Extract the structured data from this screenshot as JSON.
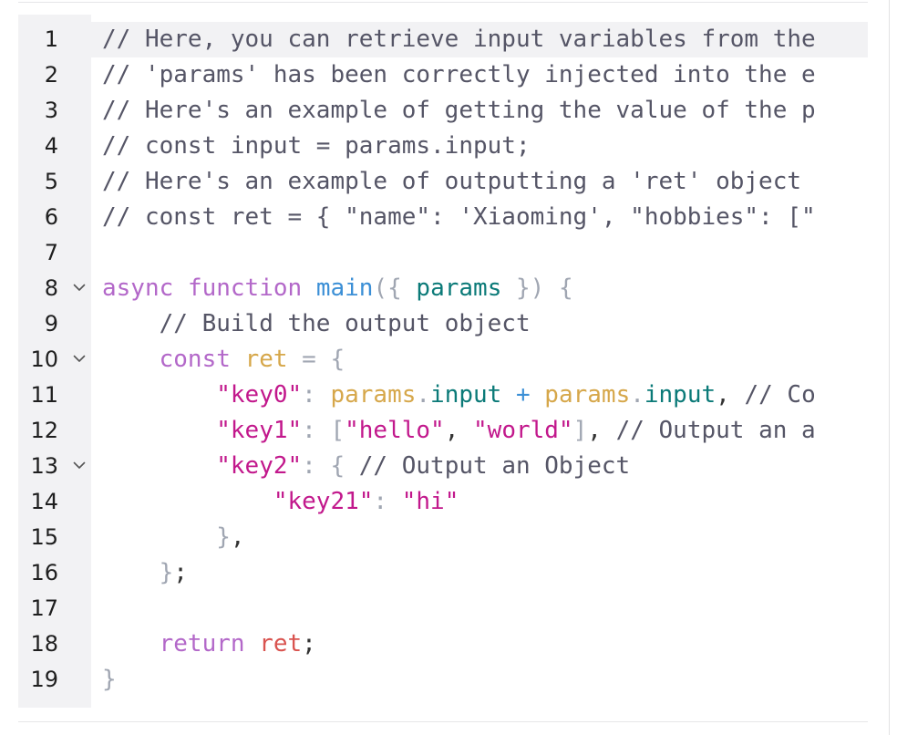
{
  "editor": {
    "lines": [
      {
        "n": "1",
        "fold": false,
        "tokens": [
          {
            "t": "// Here, you can retrieve input variables from the",
            "c": "comment"
          }
        ]
      },
      {
        "n": "2",
        "fold": false,
        "tokens": [
          {
            "t": "// 'params' has been correctly injected into the e",
            "c": "comment"
          }
        ]
      },
      {
        "n": "3",
        "fold": false,
        "tokens": [
          {
            "t": "// Here's an example of getting the value of the p",
            "c": "comment"
          }
        ]
      },
      {
        "n": "4",
        "fold": false,
        "tokens": [
          {
            "t": "// const input = params.input;",
            "c": "comment"
          }
        ]
      },
      {
        "n": "5",
        "fold": false,
        "tokens": [
          {
            "t": "// Here's an example of outputting a 'ret' object",
            "c": "comment"
          }
        ]
      },
      {
        "n": "6",
        "fold": false,
        "tokens": [
          {
            "t": "// const ret = { \"name\": 'Xiaoming', \"hobbies\": [\"",
            "c": "comment"
          }
        ]
      },
      {
        "n": "7",
        "fold": false,
        "tokens": []
      },
      {
        "n": "8",
        "fold": true,
        "tokens": [
          {
            "t": "async",
            "c": "kw"
          },
          {
            "t": " ",
            "c": "plain"
          },
          {
            "t": "function",
            "c": "kw"
          },
          {
            "t": " ",
            "c": "plain"
          },
          {
            "t": "main",
            "c": "fn"
          },
          {
            "t": "({ ",
            "c": "punct"
          },
          {
            "t": "params",
            "c": "param"
          },
          {
            "t": " }) {",
            "c": "punct"
          }
        ]
      },
      {
        "n": "9",
        "fold": false,
        "tokens": [
          {
            "t": "    ",
            "c": "plain"
          },
          {
            "t": "// Build the output object",
            "c": "comment"
          }
        ]
      },
      {
        "n": "10",
        "fold": true,
        "tokens": [
          {
            "t": "    ",
            "c": "plain"
          },
          {
            "t": "const",
            "c": "kw"
          },
          {
            "t": " ",
            "c": "plain"
          },
          {
            "t": "ret",
            "c": "var"
          },
          {
            "t": " = {",
            "c": "punct"
          }
        ]
      },
      {
        "n": "11",
        "fold": false,
        "tokens": [
          {
            "t": "        ",
            "c": "plain"
          },
          {
            "t": "\"key0\"",
            "c": "str"
          },
          {
            "t": ": ",
            "c": "punct"
          },
          {
            "t": "params",
            "c": "var"
          },
          {
            "t": ".",
            "c": "punct"
          },
          {
            "t": "input",
            "c": "prop"
          },
          {
            "t": " + ",
            "c": "op"
          },
          {
            "t": "params",
            "c": "var"
          },
          {
            "t": ".",
            "c": "punct"
          },
          {
            "t": "input",
            "c": "prop"
          },
          {
            "t": ", ",
            "c": "plain"
          },
          {
            "t": "// Co",
            "c": "comment"
          }
        ]
      },
      {
        "n": "12",
        "fold": false,
        "tokens": [
          {
            "t": "        ",
            "c": "plain"
          },
          {
            "t": "\"key1\"",
            "c": "str"
          },
          {
            "t": ": [",
            "c": "punct"
          },
          {
            "t": "\"hello\"",
            "c": "str"
          },
          {
            "t": ", ",
            "c": "plain"
          },
          {
            "t": "\"world\"",
            "c": "str"
          },
          {
            "t": "]",
            "c": "punct"
          },
          {
            "t": ", ",
            "c": "plain"
          },
          {
            "t": "// Output an a",
            "c": "comment"
          }
        ]
      },
      {
        "n": "13",
        "fold": true,
        "tokens": [
          {
            "t": "        ",
            "c": "plain"
          },
          {
            "t": "\"key2\"",
            "c": "str"
          },
          {
            "t": ": { ",
            "c": "punct"
          },
          {
            "t": "// Output an Object",
            "c": "comment"
          }
        ]
      },
      {
        "n": "14",
        "fold": false,
        "tokens": [
          {
            "t": "            ",
            "c": "plain"
          },
          {
            "t": "\"key21\"",
            "c": "str"
          },
          {
            "t": ": ",
            "c": "punct"
          },
          {
            "t": "\"hi\"",
            "c": "str"
          }
        ]
      },
      {
        "n": "15",
        "fold": false,
        "tokens": [
          {
            "t": "        ",
            "c": "plain"
          },
          {
            "t": "}",
            "c": "punct"
          },
          {
            "t": ",",
            "c": "plain"
          }
        ]
      },
      {
        "n": "16",
        "fold": false,
        "tokens": [
          {
            "t": "    ",
            "c": "plain"
          },
          {
            "t": "}",
            "c": "punct"
          },
          {
            "t": ";",
            "c": "plain"
          }
        ]
      },
      {
        "n": "17",
        "fold": false,
        "tokens": []
      },
      {
        "n": "18",
        "fold": false,
        "tokens": [
          {
            "t": "    ",
            "c": "plain"
          },
          {
            "t": "return",
            "c": "kw"
          },
          {
            "t": " ",
            "c": "plain"
          },
          {
            "t": "ret",
            "c": "ret"
          },
          {
            "t": ";",
            "c": "plain"
          }
        ]
      },
      {
        "n": "19",
        "fold": false,
        "tokens": [
          {
            "t": "}",
            "c": "punct"
          }
        ]
      }
    ]
  },
  "colors": {
    "gutter_bg": "#f2f2f4",
    "active_line_bg": "#f2f2f4",
    "comment": "#555566",
    "keyword": "#b368c9",
    "function": "#3b8fd6",
    "string": "#c2188c",
    "variable": "#d6a74a",
    "property": "#0b7a78"
  },
  "icons": {
    "fold": "chevron-down-icon"
  }
}
